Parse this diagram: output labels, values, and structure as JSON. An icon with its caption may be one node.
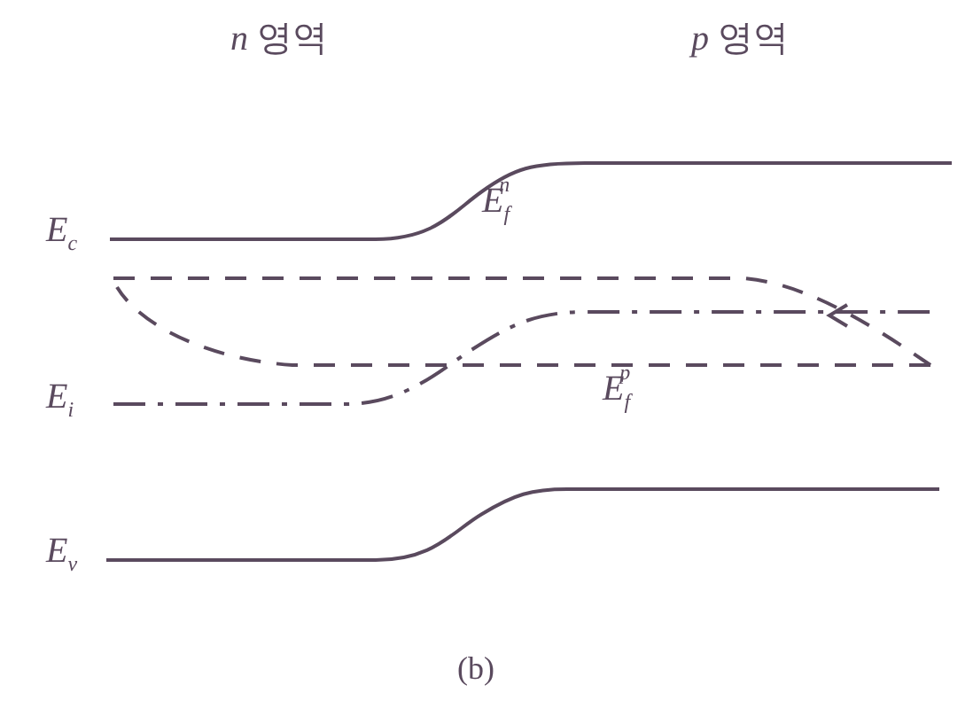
{
  "diagram": {
    "caption": "(b)",
    "labels": [
      "*n* 영역",
      "*p* 영역",
      "E$_{c}$",
      "E$_{f}$$^{n}$",
      "E$_{i}$",
      "E$_{f}$$^{p}$",
      "E$_{v}$"
    ]
  }
}
